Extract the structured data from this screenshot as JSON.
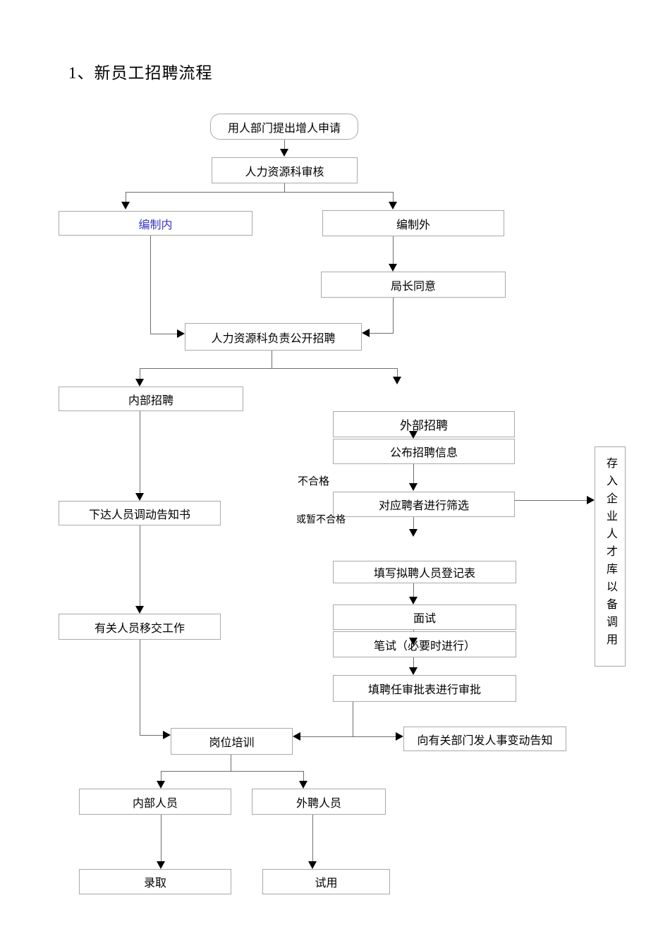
{
  "page": {
    "title": "1、新员工招聘流程"
  },
  "flowchart": {
    "nodes": {
      "start": "用人部门提出增人申请",
      "hr_review": "人力资源科审核",
      "in_establishment": "编制内",
      "out_establishment": "编制外",
      "director_approval": "局长同意",
      "hr_open_recruit": "人力资源科负责公开招聘",
      "internal_recruit": "内部招聘",
      "external_recruit": "外部招聘",
      "publish_info": "公布招聘信息",
      "screen_applicants": "对应聘者进行筛选",
      "transfer_notice": "下达人员调动告知书",
      "registration_form": "填写拟聘人员登记表",
      "interview": "面试",
      "written_test": "笔试（必要时进行）",
      "work_handover": "有关人员移交工作",
      "approval_form": "填聘任审批表进行审批",
      "job_training": "岗位培训",
      "change_notice": "向有关部门发人事变动告知",
      "internal_staff": "内部人员",
      "external_staff": "外聘人员",
      "admit": "录取",
      "trial": "试用",
      "talent_pool": "存入企业人才库以备调用"
    },
    "edge_labels": {
      "unqualified": "不合格",
      "or_temporarily_unqualified": "或暂不合格"
    },
    "colors": {
      "link_text": "#3636c3",
      "box_border": "#a9a9a9",
      "line": "#6e6e6e",
      "arrowhead": "#000000"
    }
  }
}
